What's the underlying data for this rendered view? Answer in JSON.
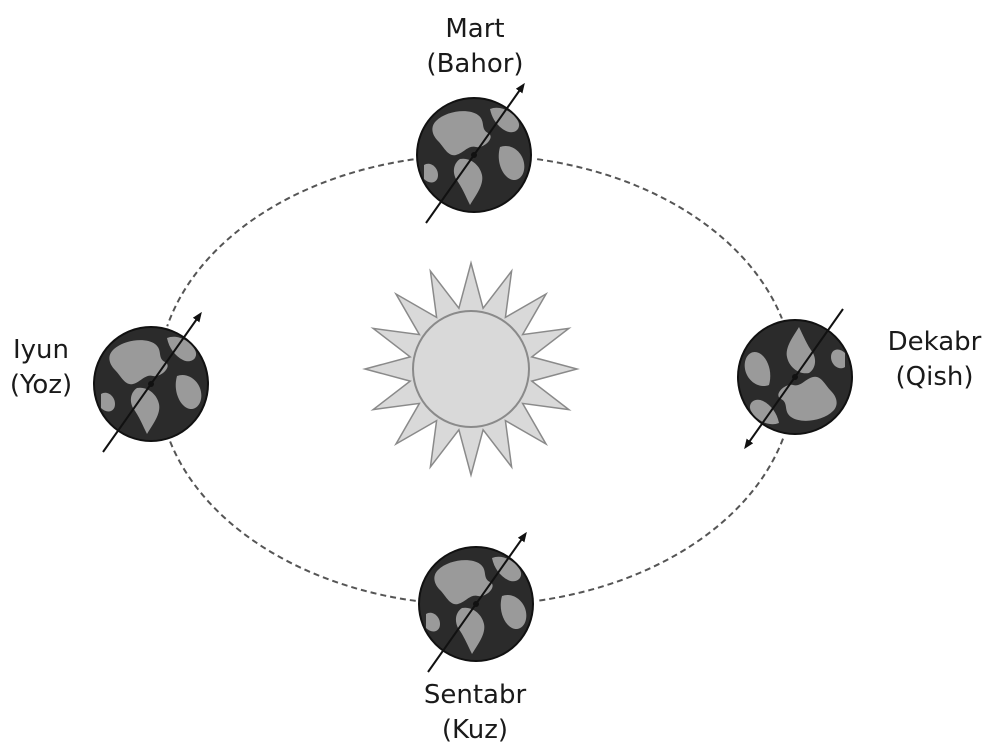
{
  "seasons": {
    "march": {
      "month": "Mart",
      "season": "(Bahor)",
      "icon": "earth-globe-icon"
    },
    "june": {
      "month": "Iyun",
      "season": "(Yoz)",
      "icon": "earth-globe-icon"
    },
    "december": {
      "month": "Dekabr",
      "season": "(Qish)",
      "icon": "earth-globe-icon"
    },
    "september": {
      "month": "Sentabr",
      "season": "(Kuz)",
      "icon": "earth-globe-icon"
    }
  },
  "center": {
    "icon": "sun-icon"
  },
  "colors": {
    "earth_ocean": "#2b2b2b",
    "earth_land": "#9a9a9a",
    "sun_fill": "#d9d9d9",
    "sun_stroke": "#8a8a8a",
    "orbit": "#555555",
    "text": "#1a1a1a"
  }
}
